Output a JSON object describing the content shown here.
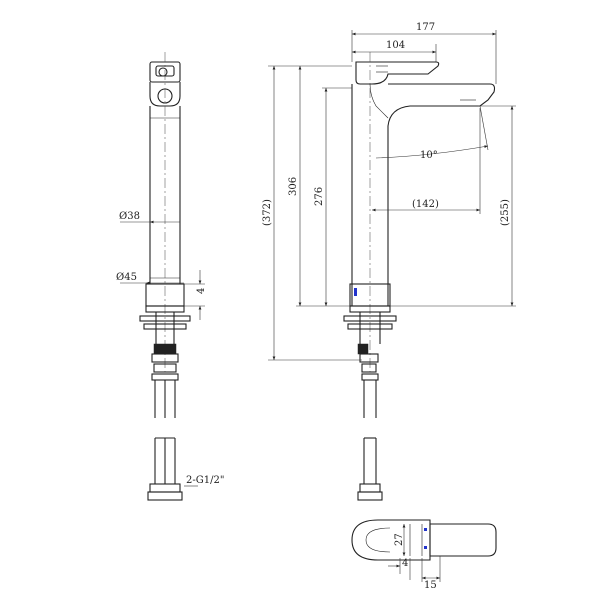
{
  "dimensions": {
    "overall_width": "177",
    "handle_width": "104",
    "total_height": "(372)",
    "height_306": "306",
    "height_276": "276",
    "spout_height": "(255)",
    "angle": "10°",
    "spout_reach": "(142)",
    "body_diameter": "38",
    "base_diameter": "45",
    "base_thickness": "4",
    "hose_thread": "2-G1/2\"",
    "handle_height_top": "27",
    "handle_offset_top": "4",
    "handle_offset_small": "15"
  },
  "symbols": {
    "diameter": "Ø"
  },
  "colors": {
    "line": "#222222",
    "marker": "#2233cc"
  }
}
